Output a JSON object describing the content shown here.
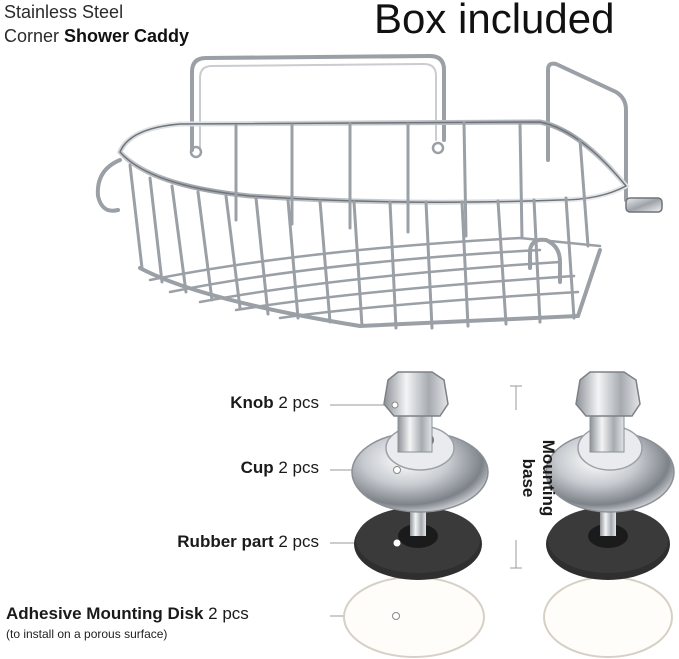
{
  "header": {
    "subtitle_line1": "Stainless Steel",
    "subtitle_line2_prefix": "Corner ",
    "subtitle_line2_bold": "Shower Caddy",
    "title": "Box included"
  },
  "parts": [
    {
      "name": "Knob",
      "qty": "2 pcs"
    },
    {
      "name": "Cup",
      "qty": "2 pcs"
    },
    {
      "name": "Rubber part",
      "qty": "2 pcs"
    },
    {
      "name": "Adhesive Mounting Disk",
      "qty": "2 pcs",
      "note": "(to install on a porous surface)"
    }
  ],
  "side_label": {
    "line1": "Mounting",
    "line2": "base"
  },
  "colors": {
    "chrome": "#b8bcc2",
    "chrome_dark": "#6f747a",
    "rubber": "#2a2a2a",
    "disk_edge": "#d6d0c6",
    "leader": "#9a9a9a"
  }
}
